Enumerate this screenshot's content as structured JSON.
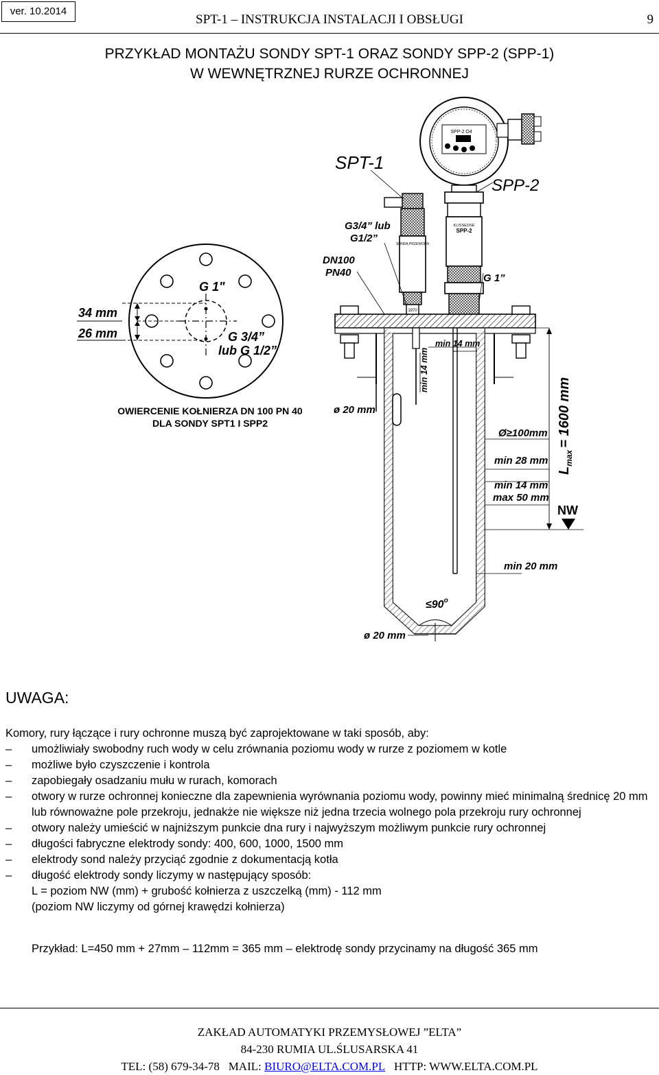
{
  "header": {
    "version": "ver. 10.2014",
    "title": "SPT-1 – INSTRUKCJA INSTALACJI I OBSŁUGI",
    "page_number": "9"
  },
  "main_title": {
    "line1": "PRZYKŁAD MONTAŻU SONDY SPT-1 ORAZ SONDY SPP-2 (SPP-1)",
    "line2": "W WEWNĘTRZNEJ RURZE OCHRONNEJ"
  },
  "drawing": {
    "labels": {
      "spt1": "SPT-1",
      "spp2": "SPP-2",
      "thread_spt": "G3/4” lub",
      "thread_spt2": "G1/2”",
      "flange": "DN100",
      "flange2": "PN40",
      "thread_spp": "G 1”",
      "flange_g1": "G 1\"",
      "flange_g34": "G 3/4”",
      "flange_g12": "lub G 1/2”",
      "dim_34": "34 mm",
      "dim_26": "26 mm",
      "caption1": "OWIERCENIE KOŁNIERZA DN 100 PN 40",
      "caption2": "DLA SONDY SPT1 I SPP2",
      "hole_top": "ø 20 mm",
      "hole_bottom": "ø 20 mm",
      "min14_horizontal": "min 14 mm",
      "min14_vertical": "min 14 mm",
      "diameter": "Ø≥100mm",
      "min28": "min 28 mm",
      "min14_max50_a": "min 14 mm",
      "min14_max50_b": "max 50 mm",
      "nw": "NW",
      "lmax_l": "L",
      "lmax_sub": "max",
      "lmax_value": "= 1600 mm",
      "min20": "min 20 mm",
      "angle": "≤90",
      "angle_deg": "o",
      "spt_nameplate": "SONDA PRZEWODN",
      "spp_nameplate": "SPP-2",
      "spp_nameplate_b": "KLISSEOSE",
      "head_display": "SPP-2 O4",
      "collar": "1970"
    }
  },
  "uwaga": {
    "heading": "UWAGA:",
    "intro": "Komory, rury łączące i rury ochronne muszą być zaprojektowane w taki sposób, aby:",
    "items": [
      "umożliwiały swobodny ruch wody w celu zrównania poziomu wody w rurze z poziomem w kotle",
      "możliwe było czyszczenie i kontrola",
      "zapobiegały osadzaniu mułu w rurach, komorach",
      "otwory w rurze ochronnej konieczne dla zapewnienia wyrównania poziomu wody, powinny mieć minimalną średnicę 20 mm lub równoważne pole przekroju, jednakże nie większe niż jedna trzecia wolnego pola przekroju rury ochronnej",
      "otwory należy umieścić w najniższym punkcie dna rury i najwyższym możliwym punkcie rury ochronnej",
      "długości fabryczne elektrody sondy: 400, 600, 1000, 1500 mm",
      "elektrody sond należy przyciąć zgodnie z dokumentacją kotła",
      "długość elektrody sondy liczymy w następujący sposób:"
    ],
    "formula_line1": "L = poziom NW (mm) + grubość kołnierza z uszczelką (mm) - 112 mm",
    "formula_line2": "(poziom NW liczymy od górnej krawędzi kołnierza)",
    "example": "Przykład: L=450 mm + 27mm – 112mm = 365 mm – elektrodę sondy przycinamy na długość 365 mm"
  },
  "footer": {
    "company": "ZAKŁAD AUTOMATYKI PRZEMYSŁOWEJ ”ELTA”",
    "address": "84-230 RUMIA UL.ŚLUSARSKA 41",
    "tel_label": "TEL: (58) 679-34-78",
    "mail_label": "MAIL:",
    "mail": "BIURO@ELTA.COM.PL",
    "http": "HTTP: WWW.ELTA.COM.PL"
  }
}
